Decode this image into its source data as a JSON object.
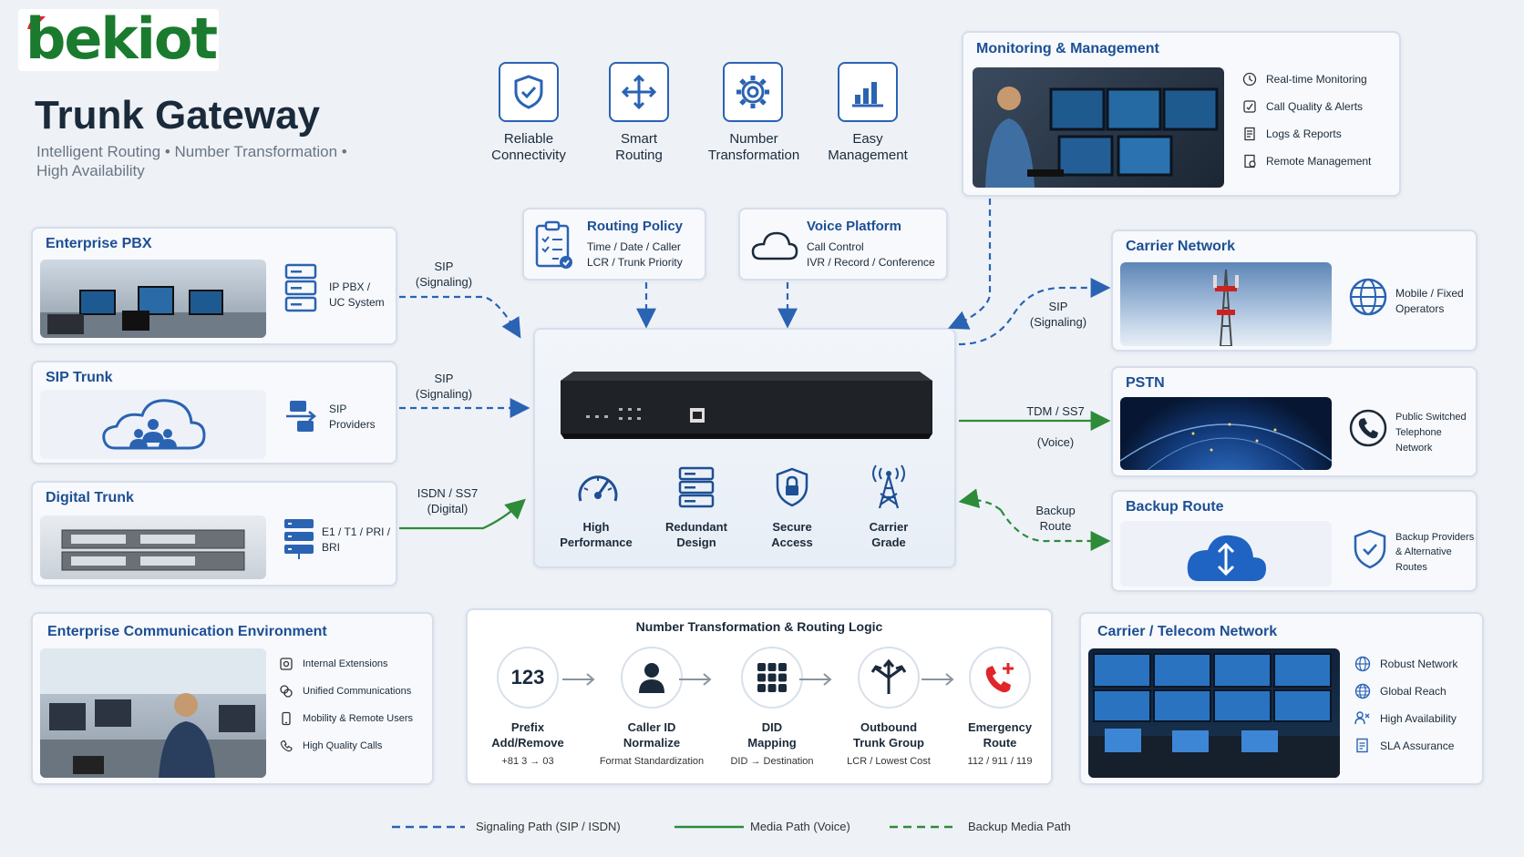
{
  "brand": {
    "logo": "bekiot",
    "title": "Trunk Gateway",
    "subtitle_1": "Intelligent Routing • Number Transformation •",
    "subtitle_2": "High Availability"
  },
  "top_features": [
    {
      "icon": "shield-check-icon",
      "l1": "Reliable",
      "l2": "Connectivity"
    },
    {
      "icon": "routing-arrows-icon",
      "l1": "Smart",
      "l2": "Routing"
    },
    {
      "icon": "gear-icon",
      "l1": "Number",
      "l2": "Transformation"
    },
    {
      "icon": "bar-chart-icon",
      "l1": "Easy",
      "l2": "Management"
    }
  ],
  "monitoring": {
    "title": "Monitoring & Management",
    "items": [
      {
        "icon": "monitor-icon",
        "text": "Real-time Monitoring"
      },
      {
        "icon": "quality-icon",
        "text": "Call Quality & Alerts"
      },
      {
        "icon": "logs-icon",
        "text": "Logs & Reports"
      },
      {
        "icon": "remote-icon",
        "text": "Remote Management"
      }
    ]
  },
  "routing_policy": {
    "title": "Routing Policy",
    "l1": "Time / Date / Caller",
    "l2": "LCR / Trunk Priority"
  },
  "voice_platform": {
    "title": "Voice Platform",
    "l1": "Call Control",
    "l2": "IVR / Record / Conference"
  },
  "enterprise_pbx": {
    "title": "Enterprise PBX",
    "l1": "IP PBX /",
    "l2": "UC System"
  },
  "sip_trunk": {
    "title": "SIP Trunk",
    "l1": "SIP",
    "l2": "Providers"
  },
  "digital_trunk": {
    "title": "Digital Trunk",
    "l1": "E1 / T1 / PRI /",
    "l2": "BRI"
  },
  "carrier_network": {
    "title": "Carrier Network",
    "l1": "Mobile / Fixed",
    "l2": "Operators"
  },
  "pstn": {
    "title": "PSTN",
    "l1": "Public Switched",
    "l2": "Telephone",
    "l3": "Network"
  },
  "backup_route": {
    "title": "Backup Route",
    "l1": "Backup Providers",
    "l2": "& Alternative",
    "l3": "Routes"
  },
  "edges": {
    "pbx_sip_1": "SIP",
    "pbx_sip_2": "(Signaling)",
    "trunk_sip_1": "SIP",
    "trunk_sip_2": "(Signaling)",
    "digital_1": "ISDN / SS7",
    "digital_2": "(Digital)",
    "carrier_sip_1": "SIP",
    "carrier_sip_2": "(Signaling)",
    "pstn_1": "TDM / SS7",
    "pstn_2": "(Voice)",
    "backup_1": "Backup",
    "backup_2": "Route"
  },
  "gateway_features": [
    {
      "icon": "speedometer-icon",
      "l1": "High",
      "l2": "Performance"
    },
    {
      "icon": "server-stack-icon",
      "l1": "Redundant",
      "l2": "Design"
    },
    {
      "icon": "shield-lock-icon",
      "l1": "Secure",
      "l2": "Access"
    },
    {
      "icon": "antenna-tower-icon",
      "l1": "Carrier",
      "l2": "Grade"
    }
  ],
  "enterprise_env": {
    "title": "Enterprise Communication Environment",
    "items": [
      {
        "icon": "extension-icon",
        "text": "Internal Extensions"
      },
      {
        "icon": "unified-comm-icon",
        "text": "Unified Communications"
      },
      {
        "icon": "mobile-icon",
        "text": "Mobility & Remote Users"
      },
      {
        "icon": "call-quality-icon",
        "text": "High Quality Calls"
      }
    ]
  },
  "number_logic": {
    "title": "Number Transformation & Routing Logic",
    "steps": [
      {
        "glyph": "123",
        "l1": "Prefix",
        "l2": "Add/Remove",
        "sub": "+81 3 → 03"
      },
      {
        "glyph": "",
        "l1": "Caller ID",
        "l2": "Normalize",
        "sub": "Format Standardization"
      },
      {
        "glyph": "",
        "l1": "DID",
        "l2": "Mapping",
        "sub": "DID → Destination"
      },
      {
        "glyph": "",
        "l1": "Outbound",
        "l2": "Trunk Group",
        "sub": "LCR / Lowest Cost"
      },
      {
        "glyph": "",
        "l1": "Emergency",
        "l2": "Route",
        "sub": "112 / 911 / 119"
      }
    ]
  },
  "carrier_telecom": {
    "title": "Carrier / Telecom Network",
    "items": [
      {
        "icon": "globe-icon",
        "text": "Robust Network"
      },
      {
        "icon": "globe-icon",
        "text": "Global Reach"
      },
      {
        "icon": "availability-icon",
        "text": "High Availability"
      },
      {
        "icon": "sla-icon",
        "text": "SLA Assurance"
      }
    ]
  },
  "legend": [
    {
      "text": "Signaling Path (SIP / ISDN)",
      "color": "#2b63b3",
      "style": "dashed"
    },
    {
      "text": "Media Path (Voice)",
      "color": "#2e8b3a",
      "style": "solid"
    },
    {
      "text": "Backup Media Path",
      "color": "#2e8b3a",
      "style": "dashed"
    }
  ],
  "colors": {
    "accent": "#1d4f94",
    "signal": "#2b63b3",
    "media": "#2e8b3a",
    "logo_red": "#e0262a",
    "logo_green": "#1a7a2e"
  }
}
